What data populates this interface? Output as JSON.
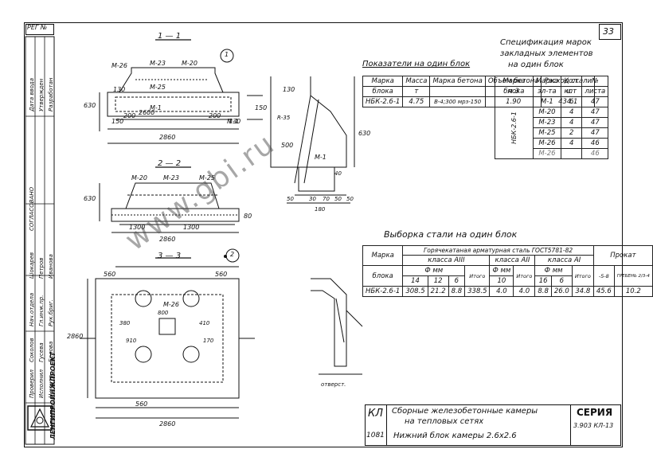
{
  "sheet": {
    "reg_label": "РЕГ №",
    "page_number": "33",
    "org_name": "ЛЕНГИПРОИНЖПРОЕКТ",
    "stamp_text": "СОГЛАСОВАНО",
    "left_strip": [
      "Дата ввода",
      "Утвержден",
      "Разработан"
    ],
    "left_roles": [
      "Нач.отдела",
      "Гл.инж.пр.",
      "Рук.бриг.",
      "Проверил",
      "Исполнил",
      "Н.контр."
    ],
    "left_names": [
      "Шокарев",
      "Петров",
      "Иванова",
      "Соколов",
      "Гусева",
      "Белова"
    ]
  },
  "views": {
    "section_1": "1 — 1",
    "section_2": "2 — 2",
    "section_3": "3 — 3",
    "callout_1": "1",
    "callout_2": "2",
    "dims_1": [
      "2600",
      "2860",
      "630",
      "150",
      "130",
      "200",
      "200",
      "130",
      "150"
    ],
    "dims_2": [
      "1300",
      "1300",
      "2860",
      "630",
      "80"
    ],
    "dims_3": [
      "560",
      "560",
      "560",
      "2860",
      "2860",
      "380",
      "910",
      "410",
      "800",
      "170"
    ],
    "marks": [
      "М-26",
      "М-23",
      "М-20",
      "М-25",
      "М-1",
      "М-23",
      "М-20",
      "М-25",
      "М-26"
    ],
    "detail_dims": [
      "500",
      "130",
      "630",
      "40",
      "50",
      "30",
      "70",
      "50",
      "50",
      "180",
      "R-35"
    ],
    "detail_marks": [
      "М-1",
      "М-1"
    ],
    "outlet_label": "отверст."
  },
  "indicators": {
    "title": "Показатели на один блок",
    "headers": [
      "Марка",
      "Масса",
      "Марка бетона",
      "Объем бетона",
      "Расход стали"
    ],
    "subheaders": [
      "блока",
      "т",
      "",
      "м 3",
      "кг"
    ],
    "row": [
      "НБК-2.6-1",
      "4.75",
      "В-4;300 мрз-150",
      "1.90",
      "434.1"
    ]
  },
  "spec": {
    "title_l1": "Спецификация марок",
    "title_l2": "закладных элементов",
    "title_l3": "на один блок",
    "headers": [
      "Марка",
      "Марка",
      "Кол.",
      "№"
    ],
    "subheaders": [
      "блока",
      "эл-та",
      "шт",
      "листа"
    ],
    "block": "НБК-2.6-1",
    "rows": [
      [
        "М-1",
        "6",
        "47"
      ],
      [
        "М-20",
        "4",
        "47"
      ],
      [
        "М-23",
        "4",
        "47"
      ],
      [
        "М-25",
        "2",
        "47"
      ],
      [
        "М-26",
        "4",
        "46"
      ],
      [
        "М-26",
        "",
        "46"
      ]
    ]
  },
  "steel": {
    "title": "Выборка стали на один блок",
    "col_mark": "Марка",
    "col_block": "блока",
    "group_title": "Горячекатаная арматурная сталь ГОСТ5781-82",
    "class_a3": "класса АIII",
    "class_a2": "класса АII",
    "class_a1": "класса АI",
    "dia_label": "Ф мм",
    "total_label": "Итого",
    "prokat": "Прокат",
    "cols_a3": [
      "14",
      "12",
      "6"
    ],
    "col_a2": "10",
    "cols_a1": [
      "16",
      "6"
    ],
    "prokat_cols": [
      "-5-8",
      "ГРЕБЕНЬ 2/3-4"
    ],
    "row_mark": "НБК-2.6-1",
    "row_values": [
      "308.5",
      "21.2",
      "8.8",
      "338.5",
      "4.0",
      "4.0",
      "8.8",
      "26.0",
      "34.8",
      "45.6",
      "10.2"
    ]
  },
  "title_block": {
    "code": "КЛ",
    "series": "СЕРИЯ",
    "series_no": "3.903 КЛ-13",
    "line1": "Сборные железобетонные камеры",
    "line2": "на тепловых сетях",
    "line3": "Нижний блок камеры 2.6х2.6",
    "sheet_no": "1081"
  },
  "watermark": "www.gbi.ru"
}
